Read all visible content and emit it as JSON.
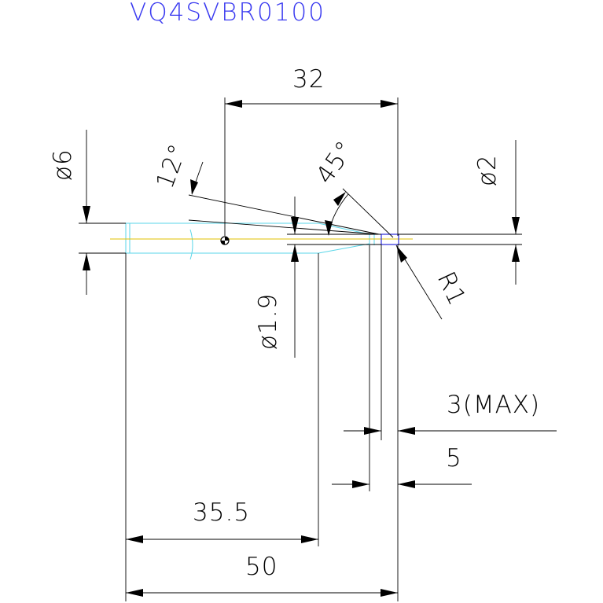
{
  "title": "VQ4SVBR0100",
  "dimensions": {
    "length_32": "32",
    "dia_6": "ø6",
    "angle_12": "12°",
    "angle_45": "45°",
    "dia_2": "ø2",
    "radius_1": "R1",
    "dia_1_9": "ø1.9",
    "max_3": "3(MAX)",
    "len_5": "5",
    "len_35_5": "35.5",
    "len_50": "50"
  },
  "colors": {
    "title": "#3a3af0",
    "outline": "#000000",
    "tool_body": "#5ad6e8",
    "center_line": "#e0c000",
    "tip": "#2b2bd8"
  }
}
